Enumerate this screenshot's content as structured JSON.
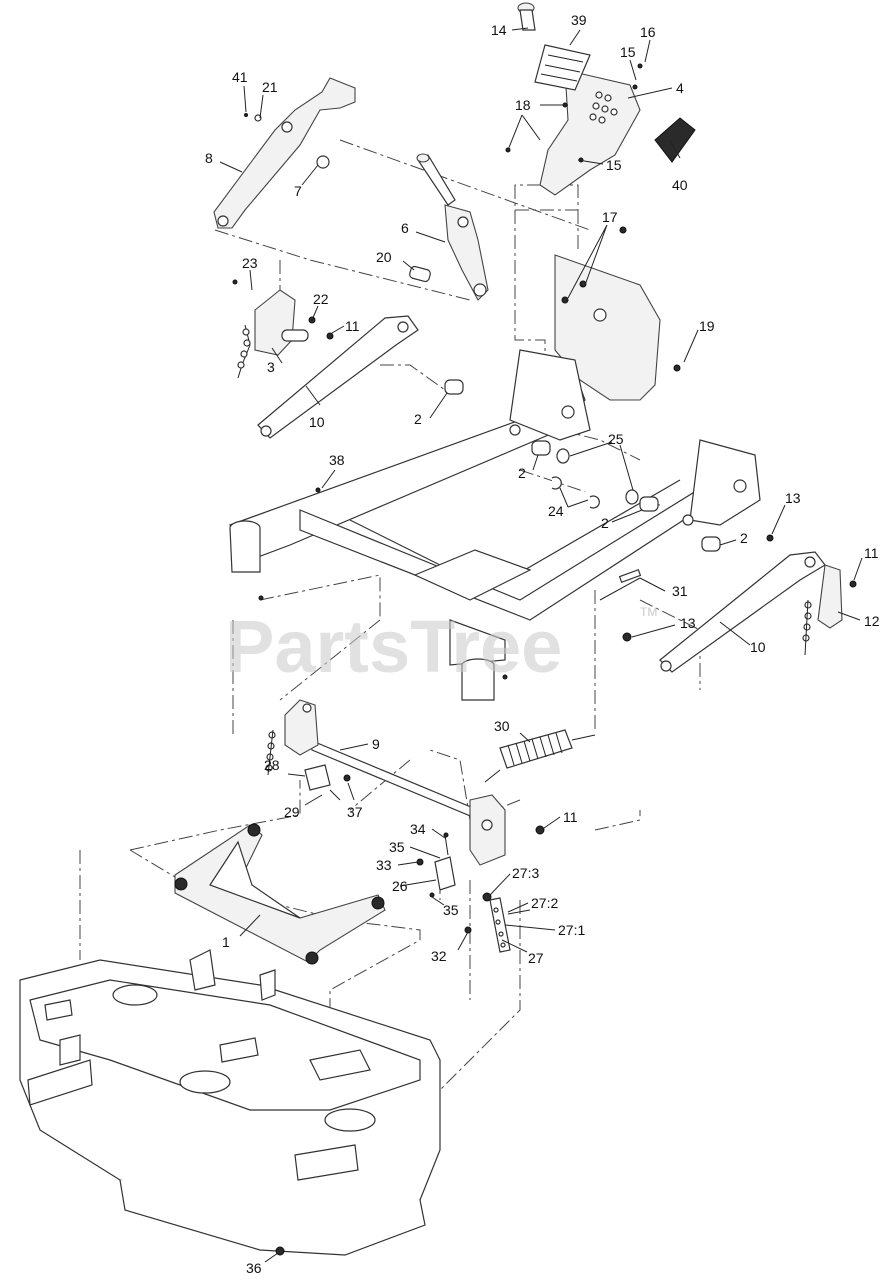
{
  "watermark": {
    "text": "PartsTree",
    "tm": "TM"
  },
  "callouts": [
    {
      "id": "c14",
      "text": "14"
    },
    {
      "id": "c39",
      "text": "39"
    },
    {
      "id": "c16",
      "text": "16"
    },
    {
      "id": "c15a",
      "text": "15"
    },
    {
      "id": "c4",
      "text": "4"
    },
    {
      "id": "c18",
      "text": "18"
    },
    {
      "id": "c15b",
      "text": "15"
    },
    {
      "id": "c40",
      "text": "40"
    },
    {
      "id": "c41",
      "text": "41"
    },
    {
      "id": "c21",
      "text": "21"
    },
    {
      "id": "c8",
      "text": "8"
    },
    {
      "id": "c7",
      "text": "7"
    },
    {
      "id": "c6",
      "text": "6"
    },
    {
      "id": "c20",
      "text": "20"
    },
    {
      "id": "c17",
      "text": "17"
    },
    {
      "id": "c23",
      "text": "23"
    },
    {
      "id": "c22",
      "text": "22"
    },
    {
      "id": "c11a",
      "text": "11"
    },
    {
      "id": "c3",
      "text": "3"
    },
    {
      "id": "c19",
      "text": "19"
    },
    {
      "id": "c2a",
      "text": "2"
    },
    {
      "id": "c10a",
      "text": "10"
    },
    {
      "id": "c25",
      "text": "25"
    },
    {
      "id": "c2b",
      "text": "2"
    },
    {
      "id": "c38",
      "text": "38"
    },
    {
      "id": "c24",
      "text": "24"
    },
    {
      "id": "c2c",
      "text": "2"
    },
    {
      "id": "c13a",
      "text": "13"
    },
    {
      "id": "c2d",
      "text": "2"
    },
    {
      "id": "c11b",
      "text": "11"
    },
    {
      "id": "c31",
      "text": "31"
    },
    {
      "id": "c12",
      "text": "12"
    },
    {
      "id": "c13b",
      "text": "13"
    },
    {
      "id": "c10b",
      "text": "10"
    },
    {
      "id": "c30",
      "text": "30"
    },
    {
      "id": "c9",
      "text": "9"
    },
    {
      "id": "c28",
      "text": "28"
    },
    {
      "id": "c29",
      "text": "29"
    },
    {
      "id": "c37",
      "text": "37"
    },
    {
      "id": "c11c",
      "text": "11"
    },
    {
      "id": "c34",
      "text": "34"
    },
    {
      "id": "c35a",
      "text": "35"
    },
    {
      "id": "c33",
      "text": "33"
    },
    {
      "id": "c26",
      "text": "26"
    },
    {
      "id": "c27_3",
      "text": "27:3"
    },
    {
      "id": "c27_2",
      "text": "27:2"
    },
    {
      "id": "c35b",
      "text": "35"
    },
    {
      "id": "c27_1",
      "text": "27:1"
    },
    {
      "id": "c1",
      "text": "1"
    },
    {
      "id": "c32",
      "text": "32"
    },
    {
      "id": "c27",
      "text": "27"
    },
    {
      "id": "c36",
      "text": "36"
    }
  ]
}
